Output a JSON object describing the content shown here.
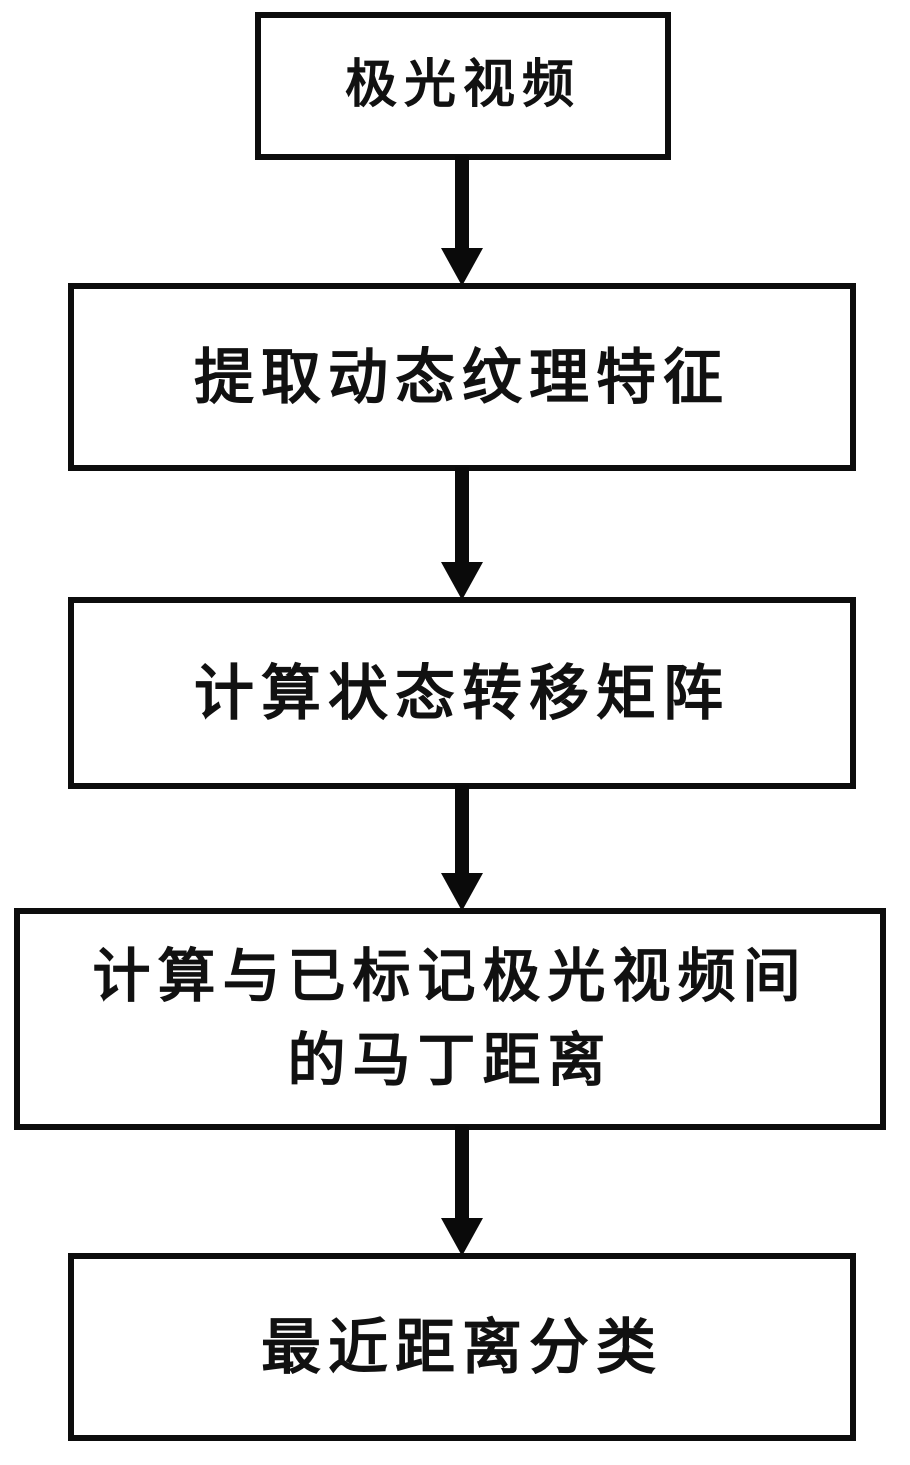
{
  "diagram": {
    "type": "flowchart",
    "direction": "top-down",
    "boxes": [
      {
        "id": "aurora-video",
        "label": "极光视频"
      },
      {
        "id": "extract-dynamic-texture-features",
        "label": "提取动态纹理特征"
      },
      {
        "id": "compute-state-transition-matrix",
        "label": "计算状态转移矩阵"
      },
      {
        "id": "compute-martin-distance-to-labeled-videos",
        "label": "计算与已标记极光视频间\n的马丁距离"
      },
      {
        "id": "nearest-distance-classification",
        "label": "最近距离分类"
      }
    ],
    "connections": [
      {
        "from": 0,
        "to": 1
      },
      {
        "from": 1,
        "to": 2
      },
      {
        "from": 2,
        "to": 3
      },
      {
        "from": 3,
        "to": 4
      }
    ],
    "colors": {
      "border": "#0d0d0d",
      "background": "#ffffff",
      "text": "#111111",
      "arrow": "#0a0a0a"
    }
  }
}
